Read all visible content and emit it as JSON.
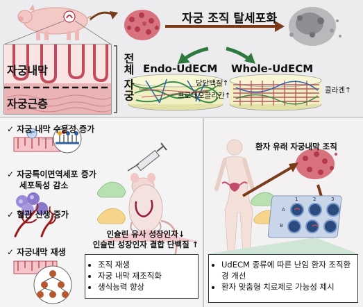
{
  "top": {
    "process_title": "자궁 조직 탈세포화",
    "tissue_label_endometrium": "자궁내막",
    "tissue_label_myometrium": "자궁근층",
    "vertical_label": "전체 자궁",
    "endo_title": "Endo-UdECM",
    "whole_title": "Whole-UdECM",
    "endo_note_1": "당단백질↑",
    "endo_note_2": "프로테오글리칸↑",
    "whole_note": "콜라겐↑"
  },
  "left": {
    "checks": [
      {
        "mark": "✓",
        "text": "자궁 내막 수용성 증가"
      },
      {
        "mark": "✓",
        "text": "자궁특이면역세포 증가"
      },
      {
        "mark": "",
        "text": "세포독성 감소"
      },
      {
        "mark": "✓",
        "text": "혈관 신생 증가"
      },
      {
        "mark": "✓",
        "text": "자궁내막 재생"
      }
    ],
    "growth_factor_line1": "인슐린 유사 성장인자↓",
    "growth_factor_line2": "인슐린 성장인자 결합 단백질 ↑",
    "outcomes": [
      "조직 재생",
      "자궁 내막 재조직화",
      "생식능력 향상"
    ]
  },
  "right": {
    "patient_label": "환자 유래 자궁내막 조직",
    "plate_numbers": [
      "1",
      "2",
      "3"
    ],
    "plate_rows": [
      "A",
      "B"
    ],
    "outcomes": [
      "UdECM 종류에 따른 난임 환자 조직환경 개선",
      "환자 맞춤형 치료제로 가능성 제시"
    ]
  },
  "colors": {
    "uterus_pink": "#d98a9a",
    "tissue_red": "#b33a4a",
    "arrow_brown": "#7a3b1a",
    "arrow_green": "#2e7a3e",
    "endo_fiber_green": "#3a8a4a",
    "whole_fiber_red": "#c05060",
    "purple_cells": "#9a8ad8",
    "wedge_pink": "#f2c9cf"
  }
}
